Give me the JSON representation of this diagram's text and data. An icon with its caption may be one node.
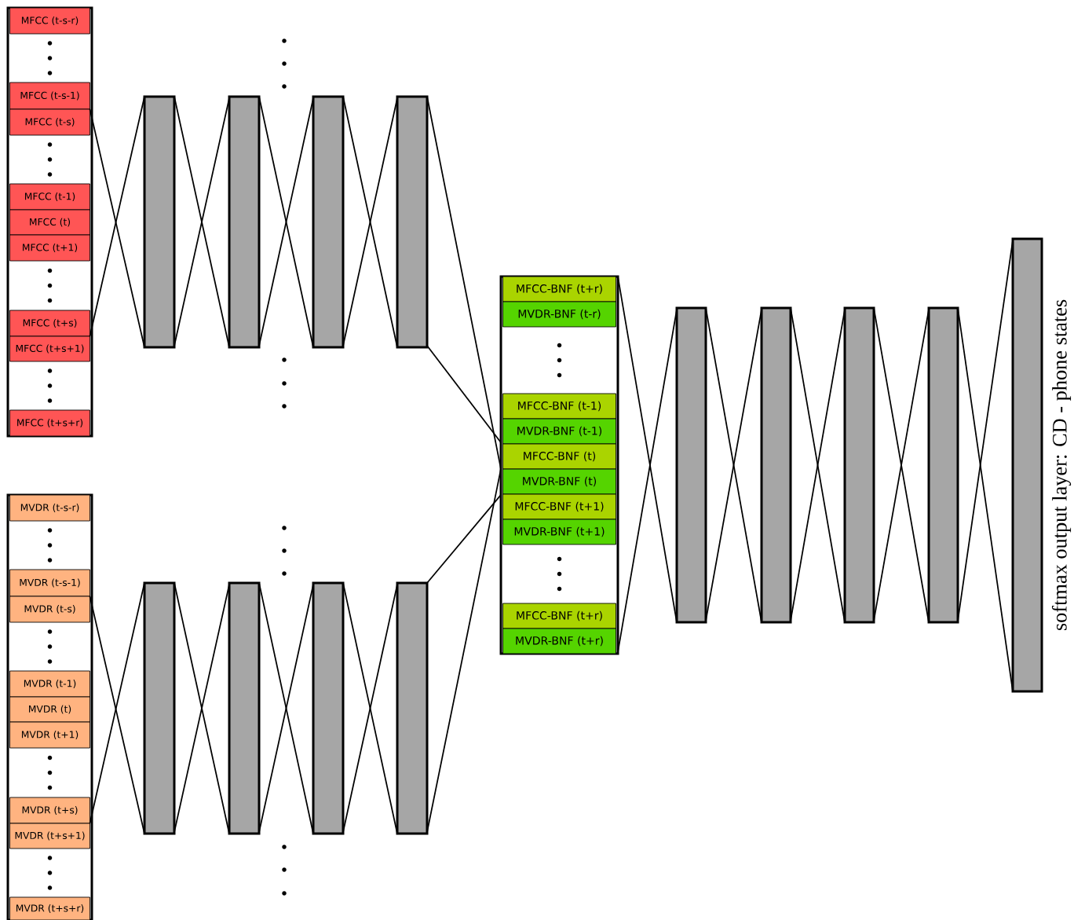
{
  "diagram": {
    "nodes": [
      {
        "text": [],
        "shape": "box"
      },
      {
        "text": [
          "MFCC (t-s-r)"
        ],
        "in": 0
      },
      {
        "text": [
          "MFCC (t-s-1)"
        ],
        "in": 0
      },
      {
        "text": [
          "MFCC (t-s)"
        ],
        "in": 0
      },
      {
        "text": [
          "MFCC (t-1)"
        ],
        "in": 0
      },
      {
        "text": [
          "MFCC (t)"
        ],
        "in": 0
      },
      {
        "text": [
          "MFCC (t+1)"
        ],
        "in": 0
      },
      {
        "text": [
          "MFCC (t+s)"
        ],
        "in": 0
      },
      {
        "text": [
          "MFCC (t+s+1)"
        ],
        "in": 0
      },
      {
        "text": [
          "MFCC (t+s+r)"
        ],
        "in": 0
      },
      {
        "text": [],
        "shape": "box"
      },
      {
        "text": [
          "MVDR (t-s-r)"
        ],
        "in": 10
      },
      {
        "text": [
          "MVDR (t-s-1)"
        ],
        "in": 10
      },
      {
        "text": [
          "MVDR (t-s)"
        ],
        "in": 10
      },
      {
        "text": [
          "MVDR (t-1)"
        ],
        "in": 10
      },
      {
        "text": [
          "MVDR (t)"
        ],
        "in": 10
      },
      {
        "text": [
          "MVDR (t+1)"
        ],
        "in": 10
      },
      {
        "text": [
          "MVDR (t+s)"
        ],
        "in": 10
      },
      {
        "text": [
          "MVDR (t+s+1)"
        ],
        "in": 10
      },
      {
        "text": [
          "MVDR (t+s+r)"
        ],
        "in": 10
      },
      {
        "text": [],
        "shape": "bar"
      },
      {
        "text": [],
        "shape": "bar"
      },
      {
        "text": [],
        "shape": "bar"
      },
      {
        "text": [],
        "shape": "bar"
      },
      {
        "text": [],
        "shape": "bar"
      },
      {
        "text": [],
        "shape": "bar"
      },
      {
        "text": [],
        "shape": "bar"
      },
      {
        "text": [],
        "shape": "bar"
      },
      {
        "text": [],
        "shape": "box"
      },
      {
        "text": [
          "MFCC-BNF (t+r)"
        ],
        "in": 28
      },
      {
        "text": [
          "MVDR-BNF (t-r)"
        ],
        "in": 28
      },
      {
        "text": [
          "MFCC-BNF (t-1)"
        ],
        "in": 28
      },
      {
        "text": [
          "MVDR-BNF (t-1)"
        ],
        "in": 28
      },
      {
        "text": [
          "MFCC-BNF (t)"
        ],
        "in": 28
      },
      {
        "text": [
          "MVDR-BNF (t)"
        ],
        "in": 28
      },
      {
        "text": [
          "MFCC-BNF (t+1)"
        ],
        "in": 28
      },
      {
        "text": [
          "MVDR-BNF (t+1)"
        ],
        "in": 28
      },
      {
        "text": [
          "MFCC-BNF (t+r)"
        ],
        "in": 28
      },
      {
        "text": [
          "MVDR-BNF (t+r)"
        ],
        "in": 28
      },
      {
        "text": [],
        "shape": "bar"
      },
      {
        "text": [],
        "shape": "bar"
      },
      {
        "text": [],
        "shape": "bar"
      },
      {
        "text": [],
        "shape": "bar"
      },
      {
        "text": [
          "softmax output layer: CD - phone states"
        ]
      }
    ],
    "edges": [
      {
        "from": 3,
        "to": 20,
        "arrow": "none"
      },
      {
        "from": 7,
        "to": 20,
        "arrow": "none"
      },
      {
        "from": 20,
        "to": 21,
        "arrow": "none"
      },
      {
        "from": 20,
        "to": 21,
        "arrow": "none"
      },
      {
        "from": 21,
        "to": 22,
        "arrow": "none"
      },
      {
        "from": 21,
        "to": 22,
        "arrow": "none"
      },
      {
        "from": 22,
        "to": 23,
        "arrow": "none"
      },
      {
        "from": 22,
        "to": 23,
        "arrow": "none"
      },
      {
        "from": 23,
        "to": 28,
        "arrow": "none"
      },
      {
        "from": 23,
        "to": 28,
        "arrow": "none"
      },
      {
        "from": 13,
        "to": 24,
        "arrow": "none"
      },
      {
        "from": 17,
        "to": 24,
        "arrow": "none"
      },
      {
        "from": 24,
        "to": 25,
        "arrow": "none"
      },
      {
        "from": 24,
        "to": 25,
        "arrow": "none"
      },
      {
        "from": 25,
        "to": 26,
        "arrow": "none"
      },
      {
        "from": 25,
        "to": 26,
        "arrow": "none"
      },
      {
        "from": 26,
        "to": 27,
        "arrow": "none"
      },
      {
        "from": 26,
        "to": 27,
        "arrow": "none"
      },
      {
        "from": 27,
        "to": 28,
        "arrow": "none"
      },
      {
        "from": 27,
        "to": 28,
        "arrow": "none"
      },
      {
        "from": 28,
        "to": 39,
        "arrow": "none"
      },
      {
        "from": 28,
        "to": 39,
        "arrow": "none"
      },
      {
        "from": 39,
        "to": 40,
        "arrow": "none"
      },
      {
        "from": 39,
        "to": 40,
        "arrow": "none"
      },
      {
        "from": 40,
        "to": 41,
        "arrow": "none"
      },
      {
        "from": 40,
        "to": 41,
        "arrow": "none"
      },
      {
        "from": 41,
        "to": 42,
        "arrow": "none"
      },
      {
        "from": 41,
        "to": 42,
        "arrow": "none"
      },
      {
        "from": 42,
        "to": 43,
        "arrow": "none"
      },
      {
        "from": 42,
        "to": 43,
        "arrow": "none"
      }
    ]
  }
}
